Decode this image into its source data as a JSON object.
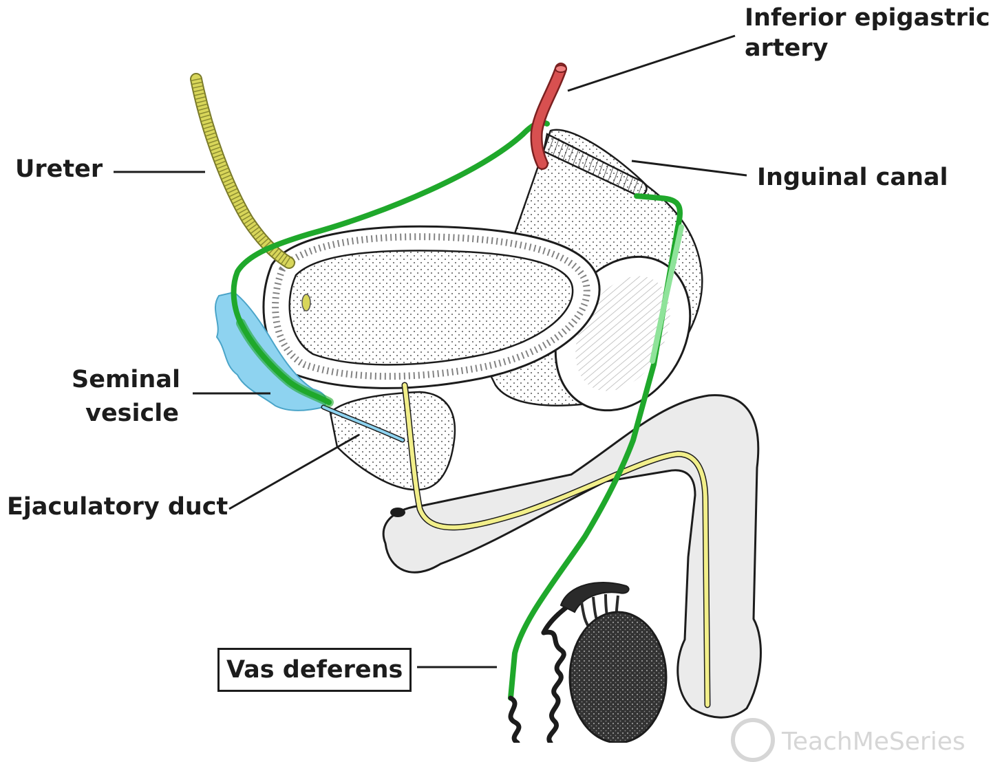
{
  "labels": {
    "inferior_epigastric_line1": "Inferior epigastric",
    "inferior_epigastric_line2": "artery",
    "ureter": "Ureter",
    "inguinal_canal": "Inguinal canal",
    "seminal_line1": "Seminal",
    "seminal_line2": "vesicle",
    "ejaculatory_duct": "Ejaculatory duct",
    "vas_deferens": "Vas deferens"
  },
  "watermark": "TeachMeSeries",
  "colors": {
    "vas_deferens": "#1fa82b",
    "vas_deferens_light": "#8fe39a",
    "ureter": "#d8d65a",
    "artery": "#d85050",
    "seminal_vesicle": "#8ed3f0",
    "urethra": "#f2ef8a",
    "testis": "#2a2a2a",
    "penis": "#ebebeb",
    "outline": "#1c1c1c"
  }
}
